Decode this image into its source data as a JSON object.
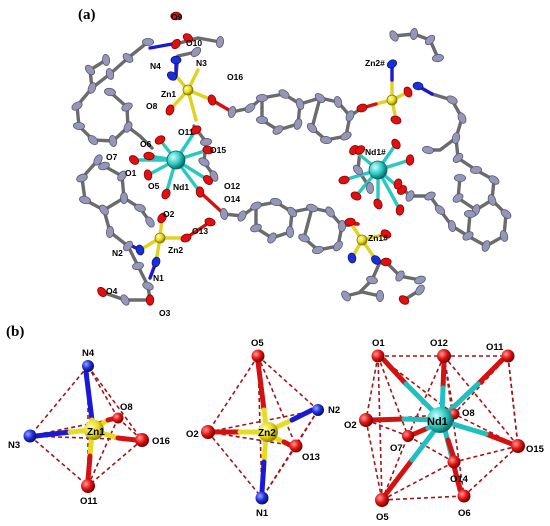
{
  "panels": {
    "a": "(a)",
    "b": "(b)"
  },
  "labels_a": {
    "O9": "O9",
    "O10": "O10",
    "N4": "N4",
    "N3": "N3",
    "O16": "O16",
    "Zn1": "Zn1",
    "O8": "O8",
    "O6": "O6",
    "O11": "O11",
    "O15": "O15",
    "O7": "O7",
    "O1": "O1",
    "Nd1": "Nd1",
    "O5": "O5",
    "O12": "O12",
    "O14": "O14",
    "O2": "O2",
    "O13": "O13",
    "Zn2": "Zn2",
    "N2": "N2",
    "N1": "N1",
    "O4": "O4",
    "O3": "O3",
    "Zn2s": "Zn2#",
    "Nd1s": "Nd1#",
    "Zn1s": "Zn1#"
  },
  "labels_b": {
    "zn1": {
      "center": "Zn1",
      "top": "N4",
      "left": "N3",
      "o8": "O8",
      "right": "O16",
      "bottom": "O11"
    },
    "zn2": {
      "center": "Zn2",
      "top": "O5",
      "left": "O2",
      "n2": "N2",
      "o13": "O13",
      "bottom": "N1"
    },
    "nd1": {
      "center": "Nd1",
      "o1": "O1",
      "o12": "O12",
      "o11": "O11",
      "o2": "O2",
      "o8": "O8",
      "o7": "O7",
      "o15": "O15",
      "o14": "O14",
      "o5": "O5",
      "o6": "O6"
    }
  },
  "colors": {
    "carbon": "#9498b6",
    "oxygen": "#e01010",
    "nitrogen": "#1b2fd8",
    "zinc": "#e8dc22",
    "neodymium": "#28c9c3",
    "polyhedron_edge": "#a01616"
  }
}
